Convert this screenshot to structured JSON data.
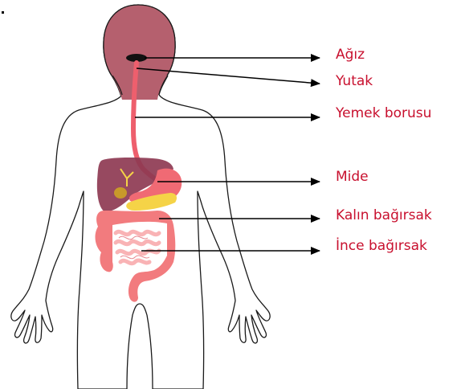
{
  "labels": {
    "agiz": "Ağız",
    "yutak": "Yutak",
    "yemek_borusu": "Yemek borusu",
    "mide": "Mide",
    "kalin_bagirsak": "Kalın bağırsak",
    "ince_bagirsak": "İnce bağırsak"
  },
  "colors": {
    "label_text": "#c8102e",
    "arrow": "#000000",
    "body_outline": "#1a1a1a",
    "head_fill": "#b5606e",
    "esophagus": "#ee5f6d",
    "liver": "#8e3a52",
    "stomach": "#f06a74",
    "pancreas": "#f5d347",
    "large_intestine": "#f27b7e",
    "small_intestine": "#f9b3b5"
  }
}
